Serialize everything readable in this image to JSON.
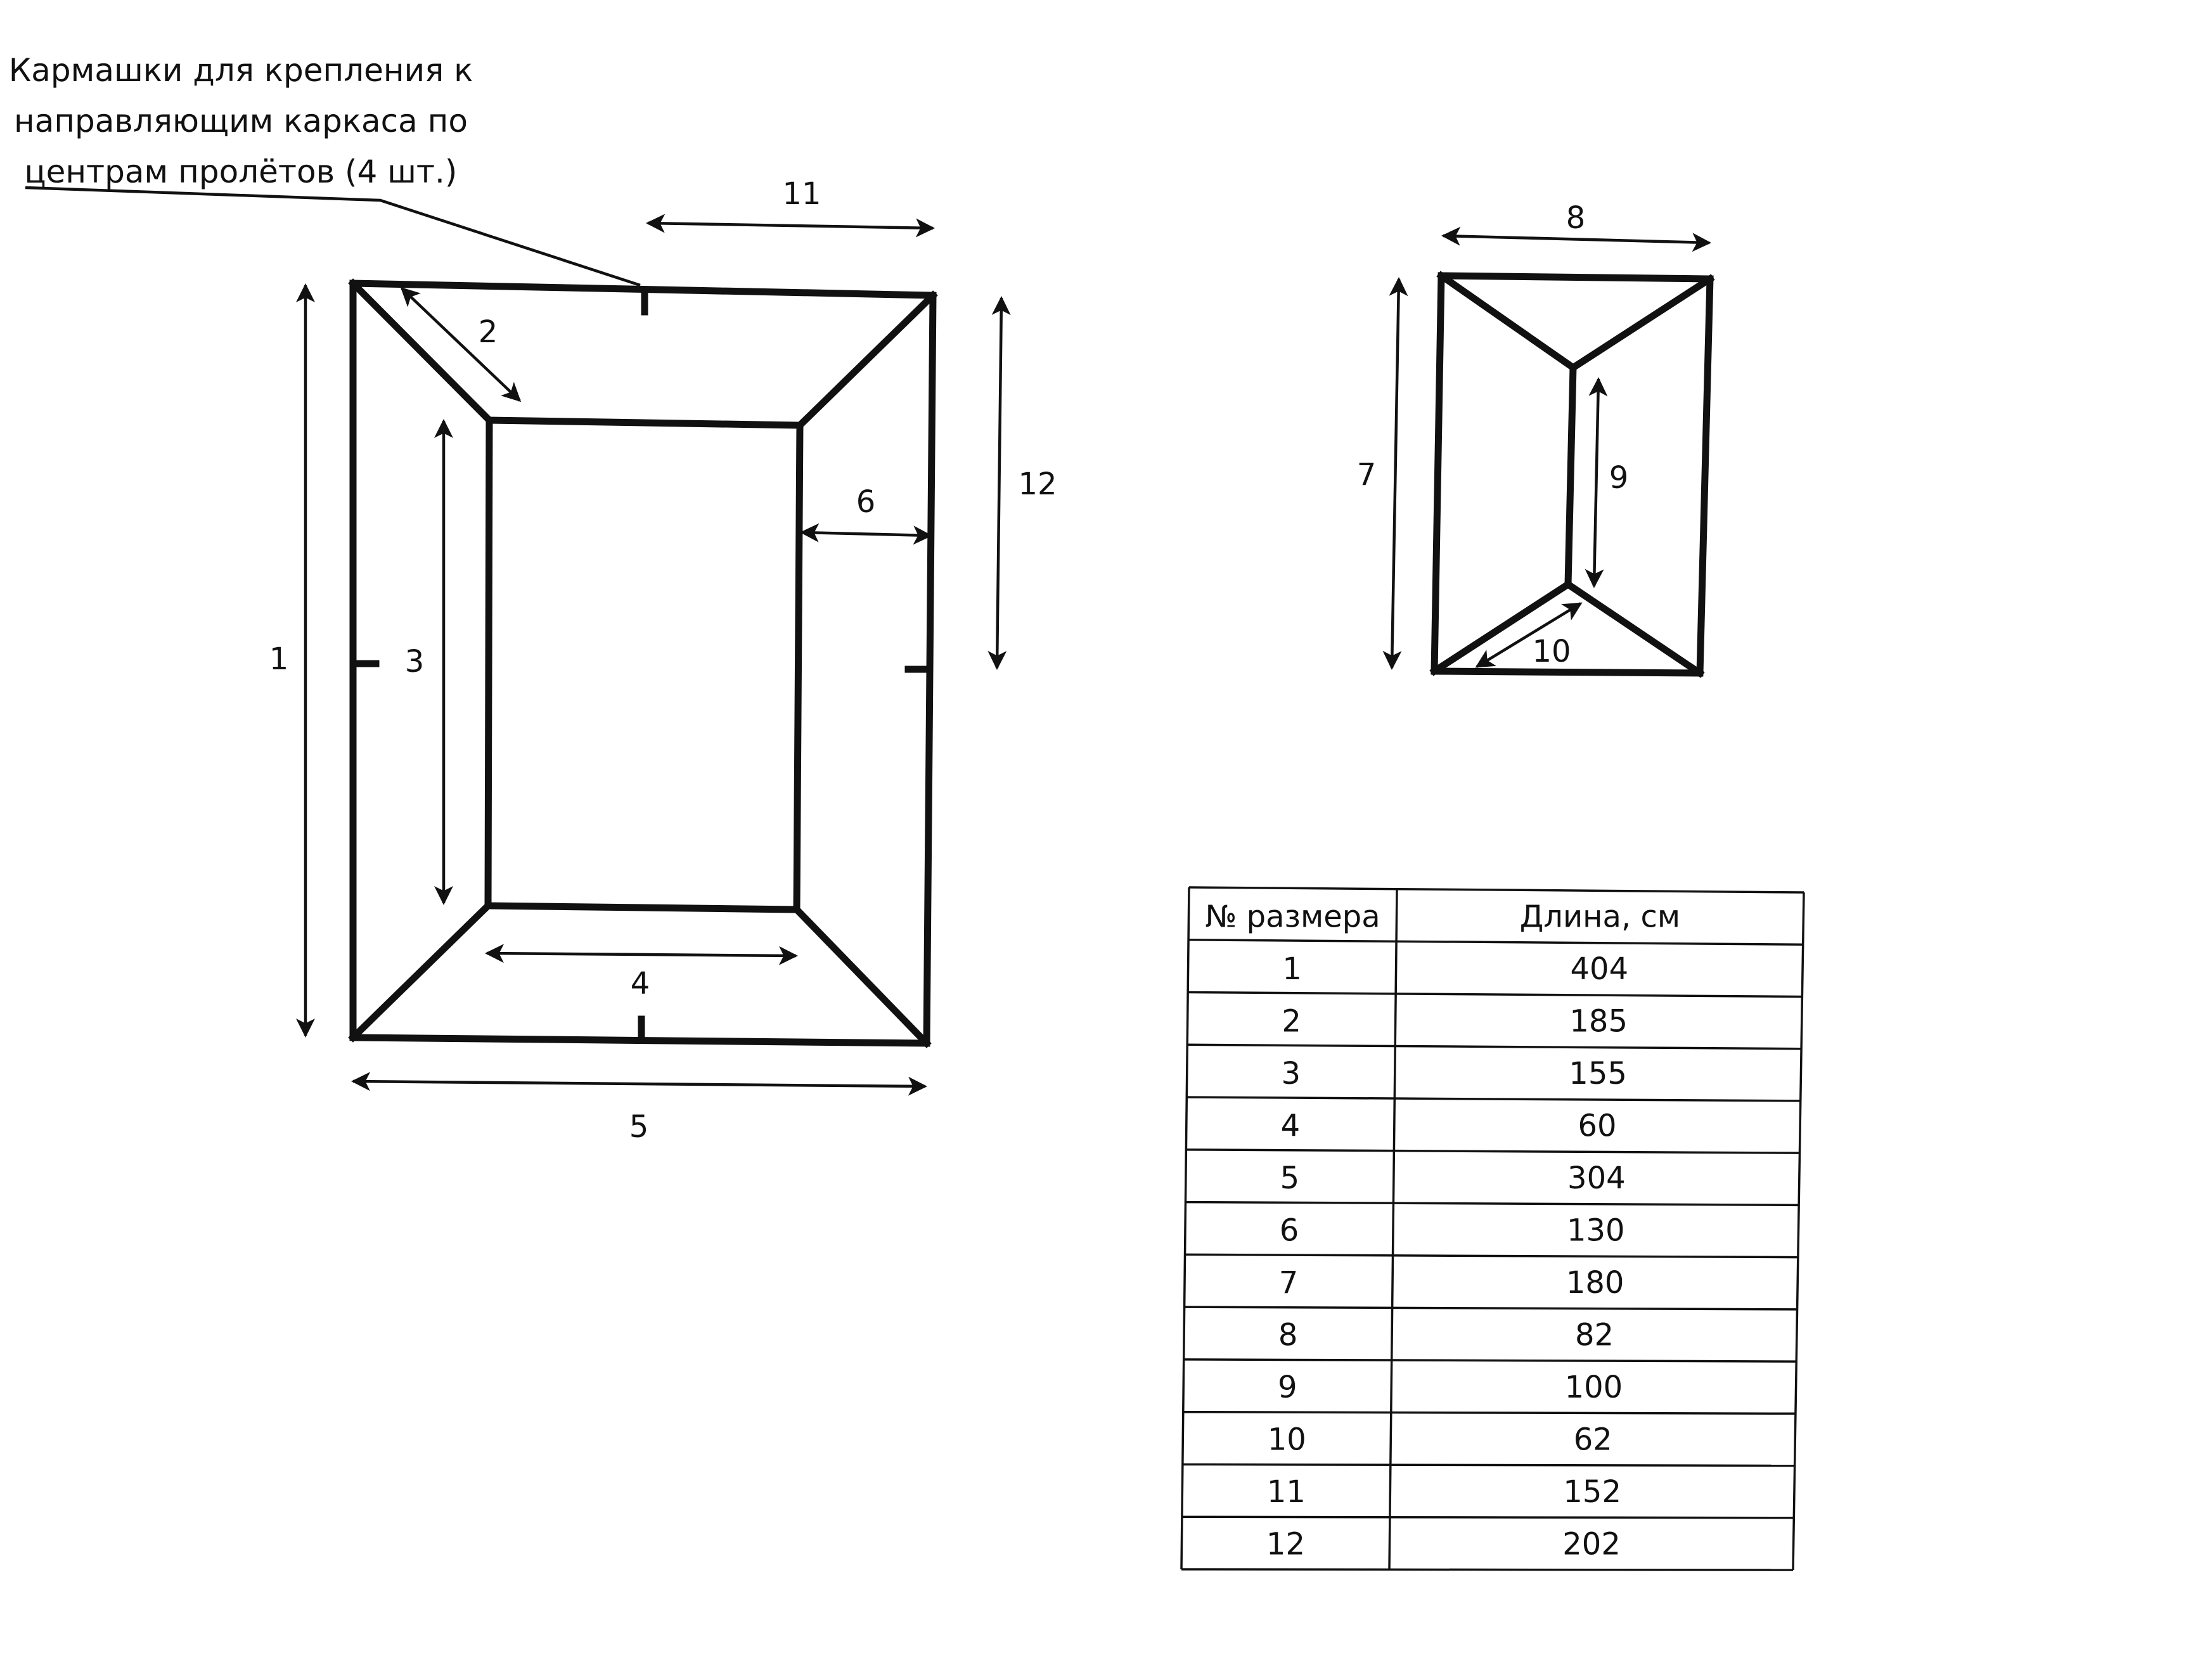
{
  "callout": {
    "lines": [
      "Кармашки для крепления к",
      "направляющим каркаса по",
      "центрам пролётов (4 шт.)"
    ]
  },
  "dimension_labels": {
    "d1": "1",
    "d2": "2",
    "d3": "3",
    "d4": "4",
    "d5": "5",
    "d6": "6",
    "d7": "7",
    "d8": "8",
    "d9": "9",
    "d10": "10",
    "d11": "11",
    "d12": "12"
  },
  "table": {
    "headers": [
      "№ размера",
      "Длина, см"
    ],
    "rows": [
      [
        "1",
        "404"
      ],
      [
        "2",
        "185"
      ],
      [
        "3",
        "155"
      ],
      [
        "4",
        "60"
      ],
      [
        "5",
        "304"
      ],
      [
        "6",
        "130"
      ],
      [
        "7",
        "180"
      ],
      [
        "8",
        "82"
      ],
      [
        "9",
        "100"
      ],
      [
        "10",
        "62"
      ],
      [
        "11",
        "152"
      ],
      [
        "12",
        "202"
      ]
    ]
  }
}
